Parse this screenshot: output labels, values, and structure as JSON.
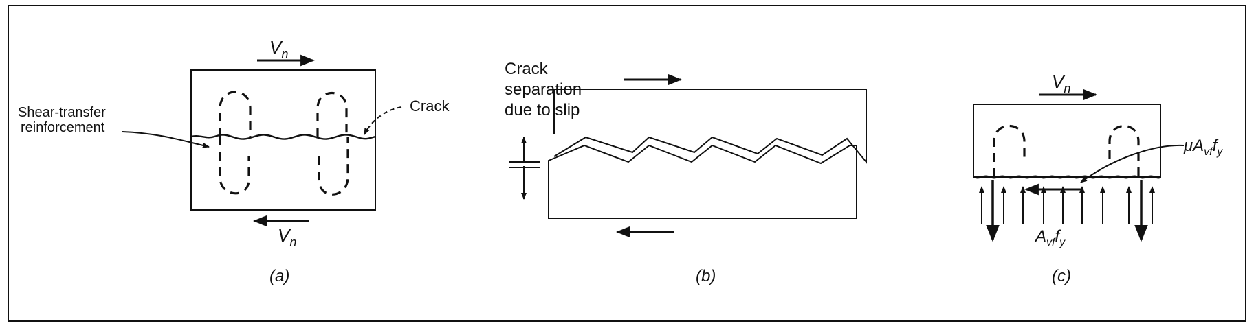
{
  "panel_a": {
    "shear_top": "V",
    "shear_top_sub": "n",
    "shear_bottom": "V",
    "shear_bottom_sub": "n",
    "reinforcement_label_line1": "Shear-transfer",
    "reinforcement_label_line2": "reinforcement",
    "crack_label": "Crack",
    "caption": "(a)"
  },
  "panel_b": {
    "slip_label_line1": "Crack",
    "slip_label_line2": "separation",
    "slip_label_line3": "due to slip",
    "caption": "(b)"
  },
  "panel_c": {
    "shear_top": "V",
    "shear_top_sub": "n",
    "friction_mu": "μ",
    "friction_A": "A",
    "friction_A_sub": "vf",
    "friction_f": "f",
    "friction_f_sub": "y",
    "tension_A": "A",
    "tension_A_sub": "vf",
    "tension_f": "f",
    "tension_f_sub": "y",
    "caption": "(c)"
  }
}
